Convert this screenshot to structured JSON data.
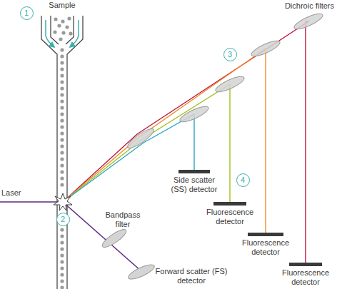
{
  "diagram": {
    "nodes": [
      {
        "text": [
          "1"
        ]
      },
      {
        "text": [
          "2"
        ]
      },
      {
        "text": [
          "3"
        ]
      },
      {
        "text": [
          "4"
        ]
      },
      {
        "text": [
          "Side scatter (SS) detector"
        ]
      },
      {
        "text": [
          "Fluorescence detector"
        ]
      },
      {
        "text": [
          "Fluorescence detector"
        ]
      },
      {
        "text": [
          "Fluorescence detector"
        ]
      },
      {
        "text": [
          "Forward scatter (FS) detector"
        ]
      }
    ],
    "labels": [
      "Sample",
      "Laser",
      "Bandpass filter",
      "Dichroic filters"
    ]
  }
}
